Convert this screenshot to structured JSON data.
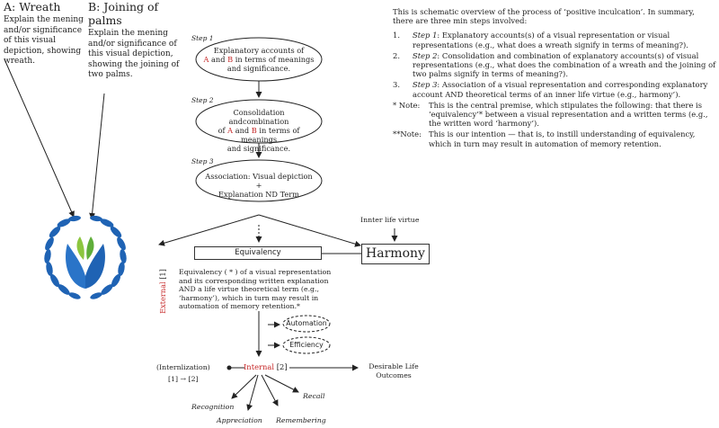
{
  "left": {
    "a_heading": "A: Wreath",
    "a_desc": "Explain the mening and/or significance of this visual depiction, showing  wreath.",
    "b_heading": "B: Joining of palms",
    "b_desc": "Explain the mening and/or significance of this visual depiction, showing the joining of two palms."
  },
  "steps": {
    "step1_label": "Step 1",
    "step1_l1": "Explanatory accounts of",
    "step1_a": "A",
    "step1_and": "and",
    "step1_b": "B",
    "step1_l2_rest": "in terms of meanings",
    "step1_l3": "and significance.",
    "step2_label": "Step 2",
    "step2_l1": "Consolidation andcombination",
    "step2_of": "of",
    "step2_a": "A",
    "step2_and": "and",
    "step2_b": "B",
    "step2_l2_rest": "in terms of meanings",
    "step2_l3": "and significance.",
    "step3_label": "Step 3",
    "step3_l1": "Association: Visual depiction +",
    "step3_l2": "Explanation ND Term"
  },
  "middle": {
    "equivalency_label": "Equivalency",
    "external_label": "External",
    "external_ref": "[1]",
    "equivalency_desc": "Equivalency ( * ) of a visual representation and its corresponding written explanation AND a life virtue theoretical term (e.g., ‘harmony’), which in turn may result in automation of memory retention.*",
    "automation": "Automation",
    "efficiency": "Efficiency",
    "internalization": "(Internlization)",
    "internal_label": "Internal",
    "internal_ref": "[2]",
    "path": "[1] → [2]",
    "desirable_l1": "Desirable Life",
    "desirable_l2": "Outcomes",
    "outcomes": [
      "Recognition",
      "Appreciation",
      "Remembering",
      "Recall"
    ]
  },
  "virtue": {
    "label": "Innter life virtue",
    "harmony": "Harmony"
  },
  "summary": {
    "intro_l1": "This is  schematic overview of the process of ‘positive inculcation’. In summary,",
    "intro_l2": "there are three min steps involved:",
    "items": [
      {
        "num": "1.",
        "step": "Step 1",
        "text": ": Explanatory accounts(s) of a visual representation or visual representations (e.g., what does a wreath signify in terms of meaning?)."
      },
      {
        "num": "2.",
        "step": "Step 2",
        "text": ": Consolidation and combination of explanatory accounts(s) of visual representations (e.g., what does the combination of a wreath and the joining of two palms signify in terms of meaning?)."
      },
      {
        "num": "3.",
        "step": "Step 3",
        "text": ": Association of a visual representation and corresponding explanatory account AND theoretical terms of an inner life virtue (e.g., harmony’)."
      }
    ],
    "note1_label": "* Note:",
    "note1_text": "This is the central premise, which stipulates the following: that there is ‘equivalency’* between a visual representation and a written terms (e.g., the written word ‘harmony’).",
    "note2_label": "**Note:",
    "note2_text": "This is our intention — that is, to instill understanding of equivalency, which in turn may result in automation of memory retention."
  },
  "colors": {
    "accent_red": "#c62828",
    "wreath_blue": "#1f63b4",
    "palm_green": "#8cc63f"
  }
}
